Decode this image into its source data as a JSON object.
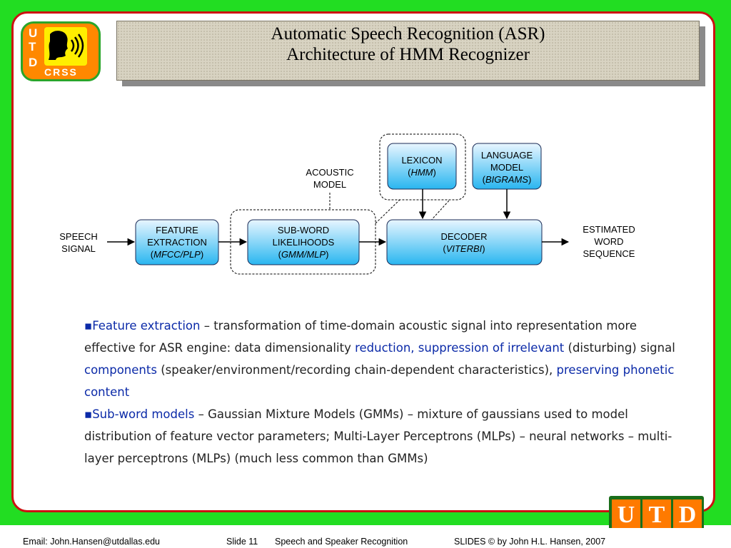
{
  "title": {
    "line1": "Automatic Speech Recognition (ASR)",
    "line2": "Architecture of HMM Recognizer"
  },
  "logo": {
    "letters": [
      "U",
      "T",
      "D"
    ],
    "crss": "CRSS"
  },
  "diagram": {
    "input_label": [
      "SPEECH",
      "SIGNAL"
    ],
    "output_label": [
      "ESTIMATED",
      "WORD",
      "SEQUENCE"
    ],
    "acoustic_model_label": [
      "ACOUSTIC",
      "MODEL"
    ],
    "feature": {
      "line1": "FEATURE",
      "line2": "EXTRACTION",
      "paren_open": "(",
      "italic": "MFCC/PLP",
      "paren_close": ")"
    },
    "subword": {
      "line1": "SUB-WORD",
      "line2": "LIKELIHOODS",
      "paren_open": "(",
      "italic": "GMM/MLP",
      "paren_close": ")"
    },
    "decoder": {
      "line1": "DECODER",
      "paren_open": "(",
      "italic": "VITERBI",
      "paren_close": ")"
    },
    "lexicon": {
      "line1": "LEXICON",
      "paren_open": "(",
      "italic": "HMM",
      "paren_close": ")"
    },
    "language": {
      "line1": "LANGUAGE",
      "line2": "MODEL",
      "paren_open": "(",
      "italic": "BIGRAMS",
      "paren_close": ")"
    },
    "colors": {
      "box_top": "#e8f6ff",
      "box_bottom": "#29b6f0",
      "box_stroke": "#1a2a55"
    }
  },
  "body": {
    "p1_bullet": "▪",
    "p1_term": "Feature extraction",
    "p1_t1": " – transformation of time-domain acoustic signal into representation more effective for ASR engine: data dimensionality ",
    "p1_h1": "reduction, suppression of irrelevant",
    "p1_t2": " (disturbing) signal ",
    "p1_h2": "components",
    "p1_t3": " (speaker/environment/recording chain-dependent characteristics), ",
    "p1_h3": "preserving phonetic content",
    "p2_bullet": "▪",
    "p2_term": "Sub-word models",
    "p2_t1": " – Gaussian Mixture Models (GMMs) – mixture of gaussians used to model distribution of feature vector parameters; Multi-Layer Perceptrons (MLPs) – neural networks – multi-layer perceptrons (MLPs) (much less common than GMMs)"
  },
  "footer": {
    "email": "Email:  John.Hansen@utdallas.edu",
    "slide": "Slide 11",
    "course": "Speech and Speaker Recognition",
    "credit": "SLIDES © by John H.L. Hansen, 2007"
  },
  "utd_logo": [
    "U",
    "T",
    "D"
  ]
}
